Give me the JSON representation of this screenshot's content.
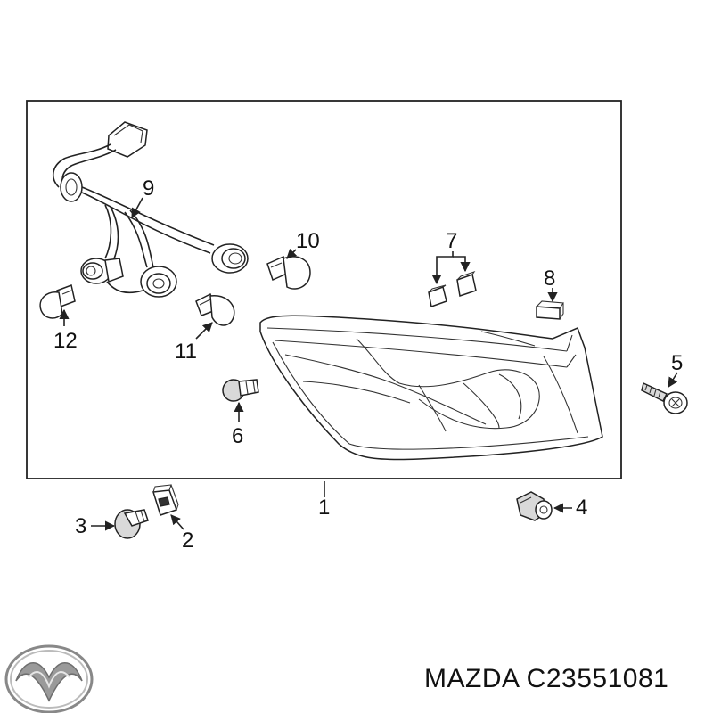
{
  "callouts": {
    "c1": "1",
    "c2": "2",
    "c3": "3",
    "c4": "4",
    "c5": "5",
    "c6": "6",
    "c7": "7",
    "c8": "8",
    "c9": "9",
    "c10": "10",
    "c11": "11",
    "c12": "12"
  },
  "brand": {
    "logo_icon": "mazda-logo-icon",
    "caption": "MAZDA C23551081"
  },
  "colors": {
    "line": "#222222",
    "background": "#ffffff"
  }
}
